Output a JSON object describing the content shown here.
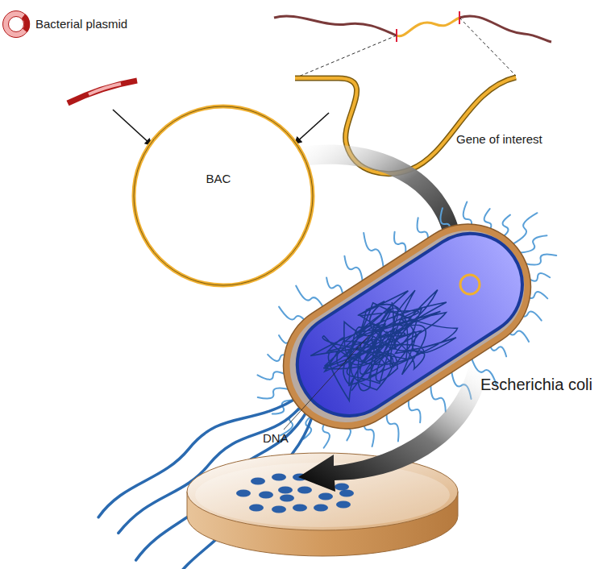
{
  "diagram": {
    "nodes": [
      {
        "text": [
          "BAC"
        ]
      }
    ],
    "labels": [
      "Bacterial plasmid",
      "Gene of interest",
      "Escherichia coli",
      "DNA"
    ]
  }
}
